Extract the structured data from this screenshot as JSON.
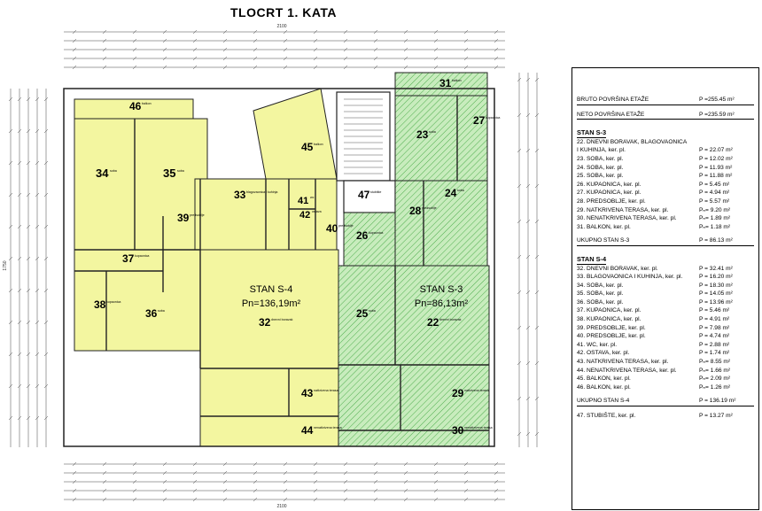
{
  "title": "TLOCRT 1. KATA",
  "colors": {
    "s4_fill": "#f3f6a0",
    "s3_fill": "#bfe8b5",
    "s3_hatch": "#3fa63f",
    "wall": "#222222"
  },
  "apartments": {
    "s4_label": "STAN S-4",
    "s4_area": "Pn=136,19m²",
    "s3_label": "STAN S-3",
    "s3_area": "Pn=86,13m²"
  },
  "rooms": [
    {
      "id": "46",
      "name": "balkon"
    },
    {
      "id": "34",
      "name": "soba"
    },
    {
      "id": "35",
      "name": "soba"
    },
    {
      "id": "45",
      "name": "balkon"
    },
    {
      "id": "41",
      "name": "wc"
    },
    {
      "id": "42",
      "name": "ostava"
    },
    {
      "id": "33",
      "name": "blagovaonica i kuhinja"
    },
    {
      "id": "40",
      "name": "predsoblje"
    },
    {
      "id": "39",
      "name": "predsoblje"
    },
    {
      "id": "37",
      "name": "kupaonica"
    },
    {
      "id": "38",
      "name": "kupaonica"
    },
    {
      "id": "36",
      "name": "soba"
    },
    {
      "id": "32",
      "name": "dnevni boravak"
    },
    {
      "id": "43",
      "name": "natkrivena terasa"
    },
    {
      "id": "44",
      "name": "nenatkrivena terasa"
    },
    {
      "id": "47",
      "name": "stubište"
    },
    {
      "id": "31",
      "name": "balkon"
    },
    {
      "id": "23",
      "name": "soba"
    },
    {
      "id": "27",
      "name": "kupaonica"
    },
    {
      "id": "28",
      "name": "predsoblje"
    },
    {
      "id": "24",
      "name": "soba"
    },
    {
      "id": "26",
      "name": "kupaonica"
    },
    {
      "id": "25",
      "name": "soba"
    },
    {
      "id": "22",
      "name": "dnevni boravak"
    },
    {
      "id": "29",
      "name": "natkrivena terasa"
    },
    {
      "id": "30",
      "name": "nenatkrivena terasa"
    }
  ],
  "dimensions": {
    "top_total": "2100",
    "bottom_total": "2100",
    "side_total": "1750"
  },
  "legend": {
    "bruto_label": "BRUTO POVRŠINA ETAŽE",
    "bruto_value": "P =255.45 m²",
    "neto_label": "NETO POVRŠINA ETAŽE",
    "neto_value": "P =235.59 m²",
    "s3_head": "STAN S-3",
    "s3_rows": [
      {
        "name": "22. DNEVNI BORAVAK, BLAGOVAONICA",
        "value": ""
      },
      {
        "name": "I KUHINJA, ker. pl.",
        "value": "P = 22.07 m²"
      },
      {
        "name": "23. SOBA, ker. pl.",
        "value": "P = 12.02 m²"
      },
      {
        "name": "24. SOBA, ker. pl.",
        "value": "P = 11.93 m²"
      },
      {
        "name": "25. SOBA, ker. pl.",
        "value": "P = 11.88 m²"
      },
      {
        "name": "26. KUPAONICA, ker. pl.",
        "value": "P = 5.45 m²"
      },
      {
        "name": "27. KUPAONICA, ker. pl.",
        "value": "P = 4.94 m²"
      },
      {
        "name": "28. PREDSOBLJE, ker. pl.",
        "value": "P = 5.57 m²"
      },
      {
        "name": "29. NATKRIVENA TERASA, ker. pl.",
        "value": "Pₙ= 9.20 m²"
      },
      {
        "name": "30. NENATKRIVENA TERASA, ker. pl.",
        "value": "Pₙ= 1.89 m²"
      },
      {
        "name": "31. BALKON, ker. pl.",
        "value": "Pₙ= 1.18 m²"
      }
    ],
    "s3_total_label": "UKUPNO STAN S-3",
    "s3_total_value": "P = 86.13 m²",
    "s4_head": "STAN S-4",
    "s4_rows": [
      {
        "name": "32. DNEVNI BORAVAK, ker. pl.",
        "value": "P = 32.41 m²"
      },
      {
        "name": "33. BLAGOVAONICA I KUHINJA, ker. pl.",
        "value": "P = 16.20 m²"
      },
      {
        "name": "34. SOBA, ker. pl.",
        "value": "P = 18.30 m²"
      },
      {
        "name": "35. SOBA, ker. pl.",
        "value": "P = 14.05 m²"
      },
      {
        "name": "36. SOBA, ker. pl.",
        "value": "P = 13.96 m²"
      },
      {
        "name": "37. KUPAONICA, ker. pl.",
        "value": "P = 5.46 m²"
      },
      {
        "name": "38. KUPAONICA, ker. pl.",
        "value": "P = 4.91 m²"
      },
      {
        "name": "39. PREDSOBLJE, ker. pl.",
        "value": "P = 7.98 m²"
      },
      {
        "name": "40. PREDSOBLJE, ker. pl.",
        "value": "P = 4.74 m²"
      },
      {
        "name": "41. WC, ker. pl.",
        "value": "P = 2.88 m²"
      },
      {
        "name": "42. OSTAVA, ker. pl.",
        "value": "P = 1.74 m²"
      },
      {
        "name": "43. NATKRIVENA TERASA, ker. pl.",
        "value": "Pₙ= 8.55 m²"
      },
      {
        "name": "44. NENATKRIVENA TERASA, ker. pl.",
        "value": "Pₙ= 1.66 m²"
      },
      {
        "name": "45. BALKON, ker. pl.",
        "value": "Pₙ= 2.09 m²"
      },
      {
        "name": "46. BALKON, ker. pl.",
        "value": "Pₙ= 1.26 m²"
      }
    ],
    "s4_total_label": "UKUPNO STAN S-4",
    "s4_total_value": "P = 136.19 m²",
    "stair_row": {
      "name": "47. STUBIŠTE, ker. pl.",
      "value": "P = 13.27 m²"
    }
  }
}
